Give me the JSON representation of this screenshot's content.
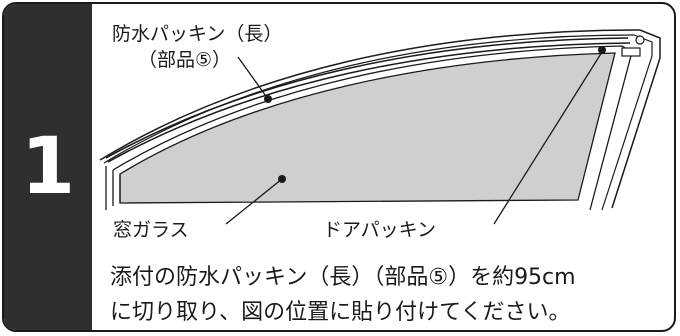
{
  "step": {
    "number": "1"
  },
  "labels": {
    "gasket_long": "防水パッキン（長）",
    "part5": "（部品⑤）",
    "window_glass": "窓ガラス",
    "door_gasket": "ドアパッキン"
  },
  "instructions": {
    "line1": "添付の防水パッキン（長）（部品⑤）を約95cm",
    "line2": "に切り取り、図の位置に貼り付けてください。"
  },
  "colors": {
    "step_band": "#2f2f2f",
    "glass": "#cfcfcf",
    "frame_line": "#1a1a1a"
  }
}
